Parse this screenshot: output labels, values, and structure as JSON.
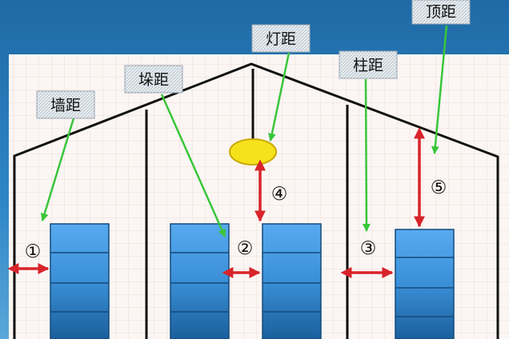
{
  "labels": {
    "wall": "墙距",
    "stack": "垛距",
    "lamp": "灯距",
    "column": "柱距",
    "top": "顶距"
  },
  "markers": {
    "m1": "①",
    "m2": "②",
    "m3": "③",
    "m4": "④",
    "m5": "⑤"
  },
  "colors": {
    "background_blue": "#2a7fc1",
    "panel": "#fbf6f4",
    "roof_line": "#111111",
    "stack_blue": "#3f95dd",
    "arrow_red": "#d8232a",
    "leader_green": "#39c63a",
    "lamp_yellow": "#f6e21a"
  }
}
